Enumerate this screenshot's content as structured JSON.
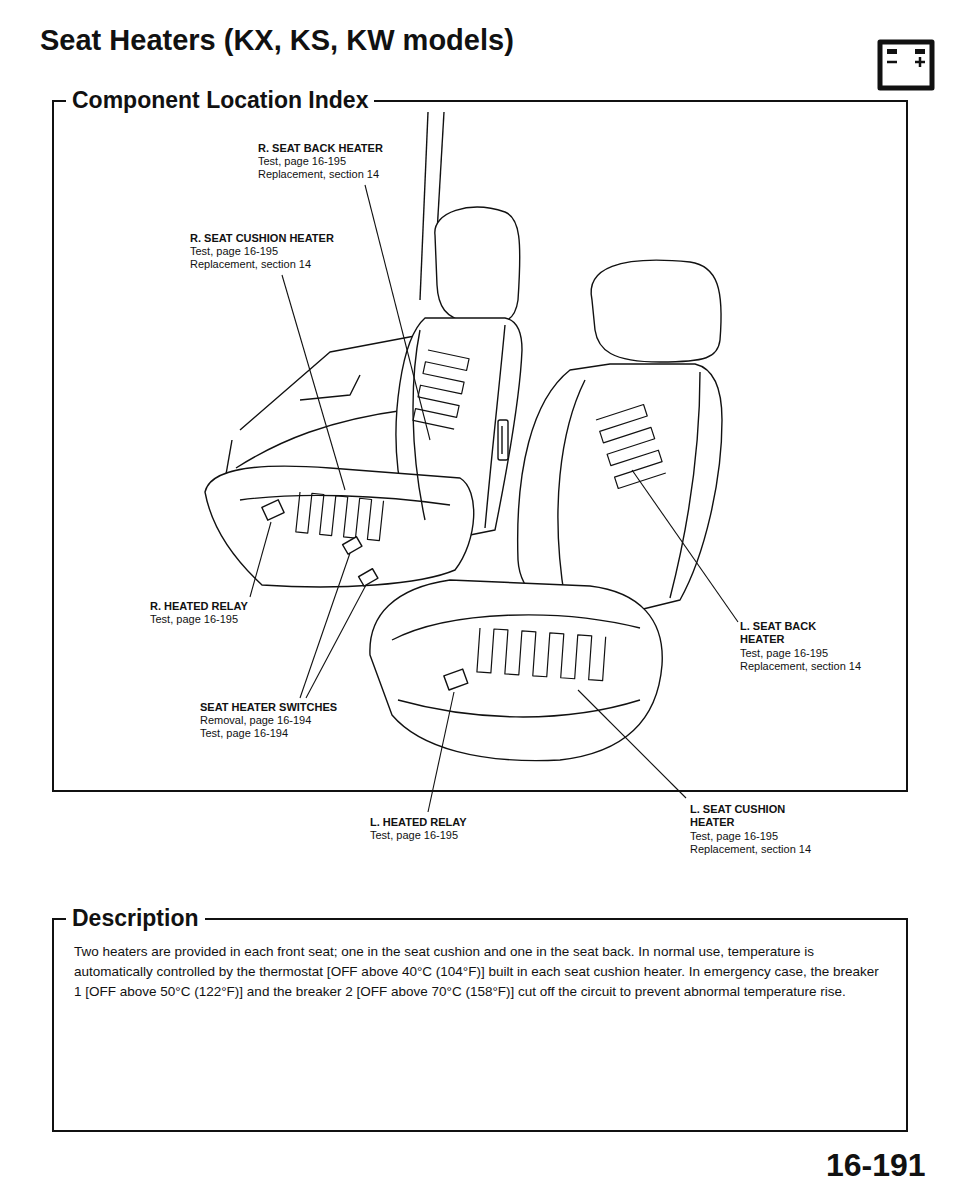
{
  "diagram": {
    "title": "Seat Heaters (KX, KS, KW models)",
    "nodes": [
      {
        "text": [
          "Component Location Index"
        ]
      },
      {
        "text": [
          "Description",
          "Two heaters are provided in each front seat; one in the seat cushion and one in the seat back. In normal use, temperature is automatically controlled by the thermostat [OFF above 40°C (104°F)] built in each seat cushion heater. In emergency case, the breaker 1 [OFF above 50°C (122°F)] and the breaker 2 [OFF above 70°C (158°F)] cut off the circuit to prevent abnormal temperature rise."
        ]
      }
    ],
    "labels": [
      "R. SEAT BACK HEATER",
      "Test, page 16-195",
      "Replacement, section 14",
      "R. SEAT CUSHION HEATER",
      "Test, page 16-195",
      "Replacement, section 14",
      "R. HEATED RELAY",
      "Test, page 16-195",
      "SEAT HEATER SWITCHES",
      "Removal, page 16-194",
      "Test, page 16-194",
      "L. HEATED RELAY",
      "Test, page 16-195",
      "L. SEAT CUSHION HEATER",
      "Test, page 16-195",
      "Replacement, section 14",
      "L. SEAT BACK HEATER",
      "Test, page 16-195",
      "Replacement, section 14",
      "16-191"
    ]
  }
}
